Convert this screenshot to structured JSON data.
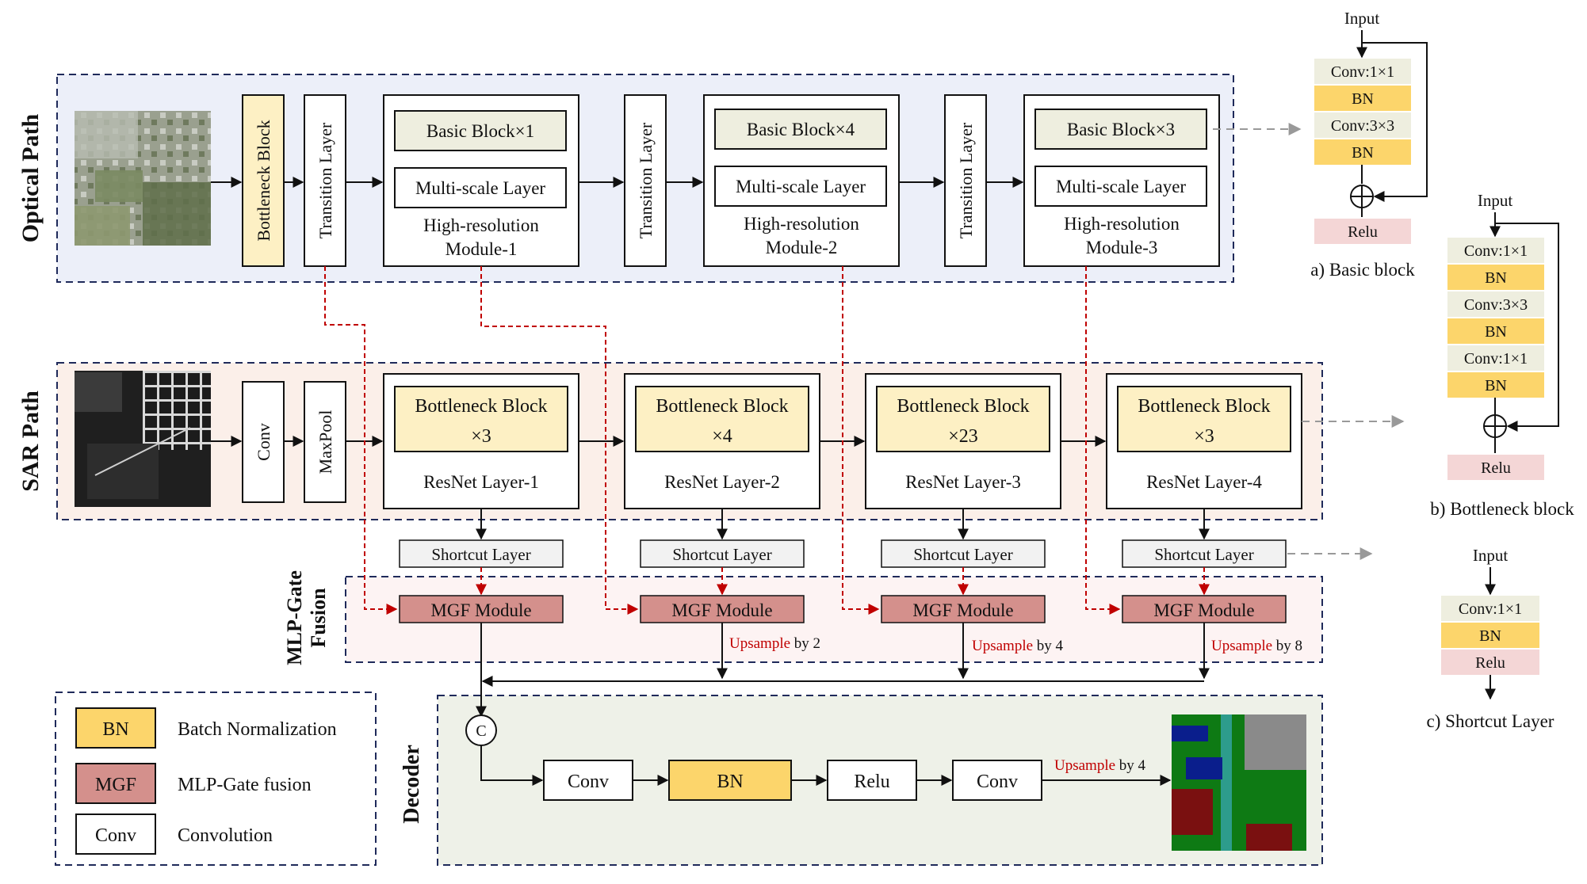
{
  "paths": {
    "optical": "Optical Path",
    "sar": "SAR Path",
    "fusion": [
      "MLP-Gate",
      "Fusion"
    ],
    "decoder": "Decoder"
  },
  "optical": {
    "bottleneck": "Bottleneck Block",
    "transition": "Transition Layer",
    "multiscale": "Multi-scale Layer",
    "hr_title": "High-resolution",
    "modules": [
      {
        "basic": "Basic Block×1",
        "name": "Module-1"
      },
      {
        "basic": "Basic Block×4",
        "name": "Module-2"
      },
      {
        "basic": "Basic Block×3",
        "name": "Module-3"
      }
    ]
  },
  "sar": {
    "conv": "Conv",
    "maxpool": "MaxPool",
    "layers": [
      {
        "block": "Bottleneck Block",
        "mult": "×3",
        "name": "ResNet Layer-1"
      },
      {
        "block": "Bottleneck Block",
        "mult": "×4",
        "name": "ResNet Layer-2"
      },
      {
        "block": "Bottleneck Block",
        "mult": "×23",
        "name": "ResNet Layer-3"
      },
      {
        "block": "Bottleneck Block",
        "mult": "×3",
        "name": "ResNet Layer-4"
      }
    ]
  },
  "fusion": {
    "shortcut": "Shortcut Layer",
    "mgf": "MGF Module",
    "upsample_word": "Upsample",
    "upsamples": [
      "by 2",
      "by 4",
      "by 8"
    ]
  },
  "decoder": {
    "concat": "C",
    "conv": "Conv",
    "bn": "BN",
    "relu": "Relu",
    "upsample_word": "Upsample",
    "upsample_rest": "by 4"
  },
  "legend": [
    {
      "key": "BN",
      "label": "Batch Normalization",
      "color": "#fcd56b"
    },
    {
      "key": "MGF",
      "label": "MLP-Gate fusion",
      "color": "#d4908c"
    },
    {
      "key": "Conv",
      "label": "Convolution",
      "color": "#ffffff"
    }
  ],
  "side": {
    "input": "Input",
    "basic": {
      "layers": [
        "Conv:1×1",
        "BN",
        "Conv:3×3",
        "BN"
      ],
      "relu": "Relu",
      "caption": "a) Basic block"
    },
    "bottleneck": {
      "layers": [
        "Conv:1×1",
        "BN",
        "Conv:3×3",
        "BN",
        "Conv:1×1",
        "BN"
      ],
      "relu": "Relu",
      "caption": "b) Bottleneck block"
    },
    "shortcut": {
      "layers": [
        "Conv:1×1",
        "BN",
        "Relu"
      ],
      "caption": "c) Shortcut Layer"
    }
  },
  "colors": {
    "bn": "#fcd56b",
    "mgf": "#d4908c",
    "conv_gray": "#eeeedf",
    "bottleneck_fill": "#fdf0c4",
    "relu": "#f4d6d6",
    "shortcut_fill": "#f2f2f2",
    "optical_bg": "#eceff9",
    "sar_bg": "#fbefe9",
    "fusion_bg": "#fdf3f3",
    "decoder_bg": "#eef1e8",
    "dash_border": "#1f2a5a",
    "red_link": "#c00000"
  }
}
